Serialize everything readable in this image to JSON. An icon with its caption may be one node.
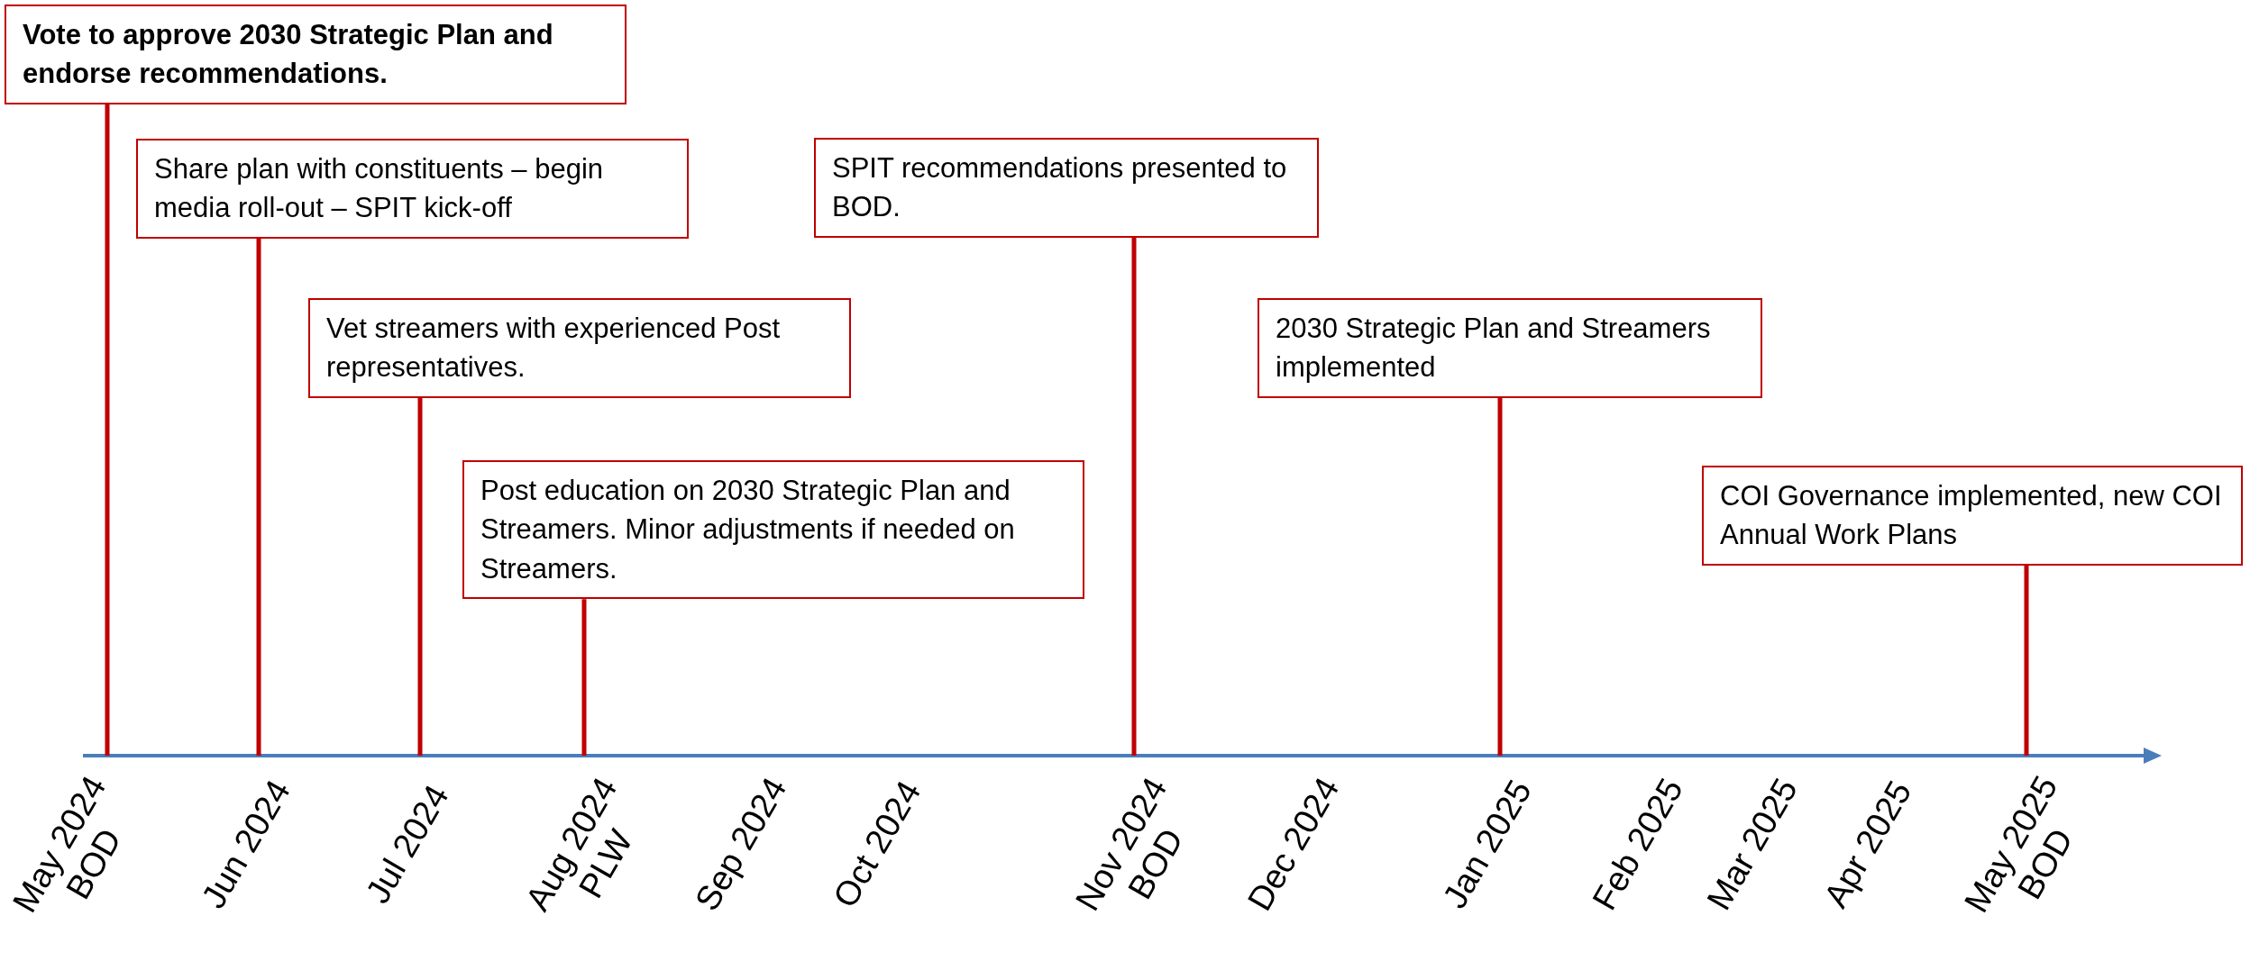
{
  "diagram": {
    "nodes": [
      {
        "text": [
          "Vote to approve 2030 Strategic Plan and endorse recommendations."
        ]
      },
      {
        "text": [
          "Share plan with constituents – begin media roll-out – SPIT kick-off"
        ]
      },
      {
        "text": [
          "Vet streamers with experienced Post representatives."
        ]
      },
      {
        "text": [
          "Post education on 2030 Strategic Plan and Streamers.  Minor adjustments if needed on Streamers."
        ]
      },
      {
        "text": [
          "SPIT recommendations presented to BOD."
        ]
      },
      {
        "text": [
          "2030 Strategic Plan and Streamers implemented"
        ]
      },
      {
        "text": [
          "COI Governance implemented, new COI Annual Work Plans"
        ]
      }
    ],
    "edges": [
      {
        "from": 0,
        "to": null,
        "arrow": "none"
      },
      {
        "from": 1,
        "to": null,
        "arrow": "none"
      },
      {
        "from": 2,
        "to": null,
        "arrow": "none"
      },
      {
        "from": 3,
        "to": null,
        "arrow": "none"
      },
      {
        "from": 4,
        "to": null,
        "arrow": "none"
      },
      {
        "from": 5,
        "to": null,
        "arrow": "none"
      },
      {
        "from": 6,
        "to": null,
        "arrow": "none"
      }
    ],
    "labels": [
      "May 2024 BOD",
      "Jun 2024",
      "Jul 2024",
      "Aug 2024 PLW",
      "Sep 2024",
      "Oct 2024",
      "Nov 2024 BOD",
      "Dec 2024",
      "Jan 2025",
      "Feb 2025",
      "Mar 2025",
      "Apr 2025",
      "May 2025 BOD"
    ]
  }
}
